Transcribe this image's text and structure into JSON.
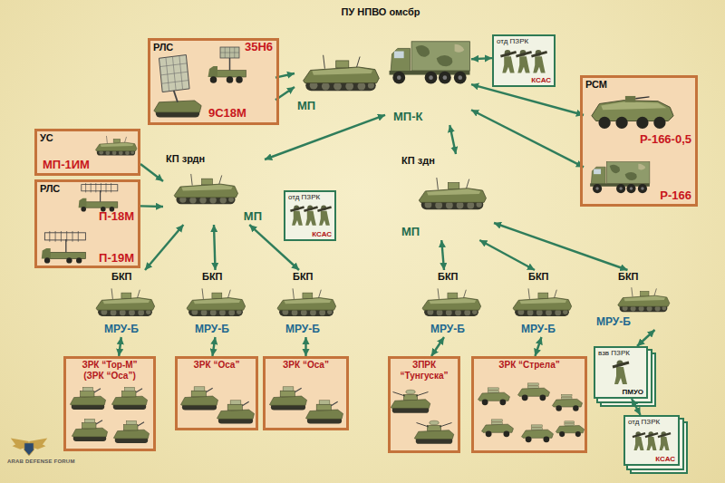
{
  "diagram": {
    "nodes": [
      {
        "text": [
          "РЛС"
        ]
      },
      {
        "text": [
          "35Н6"
        ],
        "in": 0
      },
      {
        "text": [
          "9С18М"
        ],
        "in": 0
      },
      {
        "text": [
          "ПУ НПВО омсбр"
        ]
      },
      {
        "text": [
          "МП"
        ],
        "in": 3
      },
      {
        "text": [
          "МП-К"
        ],
        "in": 3
      },
      {
        "text": [
          "отд ПЗРК",
          "КСАС"
        ]
      },
      {
        "text": [
          "РСМ"
        ]
      },
      {
        "text": [
          "Р-166-0,5"
        ],
        "in": 7
      },
      {
        "text": [
          "Р-166"
        ],
        "in": 7
      },
      {
        "text": [
          "УС",
          "МП-1ИМ"
        ]
      },
      {
        "text": [
          "КП зрдн",
          "МП"
        ]
      },
      {
        "text": [
          "РЛС"
        ]
      },
      {
        "text": [
          "П-18М"
        ],
        "in": 12
      },
      {
        "text": [
          "П-19М"
        ],
        "in": 12
      },
      {
        "text": [
          "отд ПЗРК",
          "КСАС"
        ]
      },
      {
        "text": [
          "КП здн",
          "МП"
        ]
      },
      {
        "text": [
          "БКП",
          "МРУ-Б"
        ]
      },
      {
        "text": [
          "БКП",
          "МРУ-Б"
        ]
      },
      {
        "text": [
          "БКП",
          "МРУ-Б"
        ]
      },
      {
        "text": [
          "БКП",
          "МРУ-Б"
        ]
      },
      {
        "text": [
          "БКП",
          "МРУ-Б"
        ]
      },
      {
        "text": [
          "БКП",
          "МРУ-Б"
        ]
      },
      {
        "text": [
          "ЗРК “Тор-М” (ЗРК “Оса”)"
        ]
      },
      {
        "text": [
          "ЗРК “Оса”"
        ]
      },
      {
        "text": [
          "ЗРК “Оса”"
        ]
      },
      {
        "text": [
          "ЗПРК “Тунгуска”"
        ]
      },
      {
        "text": [
          "ЗРК “Стрела”"
        ]
      },
      {
        "text": [
          "взв ПЗРК",
          "ПМУО"
        ]
      },
      {
        "text": [
          "отд ПЗРК",
          "КСАС"
        ]
      }
    ],
    "edges": [
      {
        "from": 1,
        "to": 4,
        "arrow": "to"
      },
      {
        "from": 2,
        "to": 4,
        "arrow": "to"
      },
      {
        "from": 5,
        "to": 6,
        "arrow": "both"
      },
      {
        "from": 5,
        "to": 8,
        "arrow": "both"
      },
      {
        "from": 5,
        "to": 9,
        "arrow": "both"
      },
      {
        "from": 10,
        "to": 11,
        "arrow": "to"
      },
      {
        "from": 12,
        "to": 11,
        "arrow": "to"
      },
      {
        "from": 11,
        "to": 5,
        "arrow": "both"
      },
      {
        "from": 5,
        "to": 16,
        "arrow": "both"
      },
      {
        "from": 11,
        "to": 17,
        "arrow": "both"
      },
      {
        "from": 11,
        "to": 18,
        "arrow": "both"
      },
      {
        "from": 11,
        "to": 19,
        "arrow": "both"
      },
      {
        "from": 16,
        "to": 20,
        "arrow": "both"
      },
      {
        "from": 16,
        "to": 21,
        "arrow": "both"
      },
      {
        "from": 16,
        "to": 22,
        "arrow": "both"
      },
      {
        "from": 17,
        "to": 23,
        "arrow": "both"
      },
      {
        "from": 18,
        "to": 24,
        "arrow": "both"
      },
      {
        "from": 19,
        "to": 25,
        "arrow": "both"
      },
      {
        "from": 20,
        "to": 26,
        "arrow": "both"
      },
      {
        "from": 21,
        "to": 27,
        "arrow": "both"
      },
      {
        "from": 22,
        "to": 28,
        "arrow": "both"
      },
      {
        "from": 28,
        "to": 29,
        "arrow": "both"
      }
    ],
    "labels": [
      "ARAB DEFENSE FORUM"
    ]
  }
}
